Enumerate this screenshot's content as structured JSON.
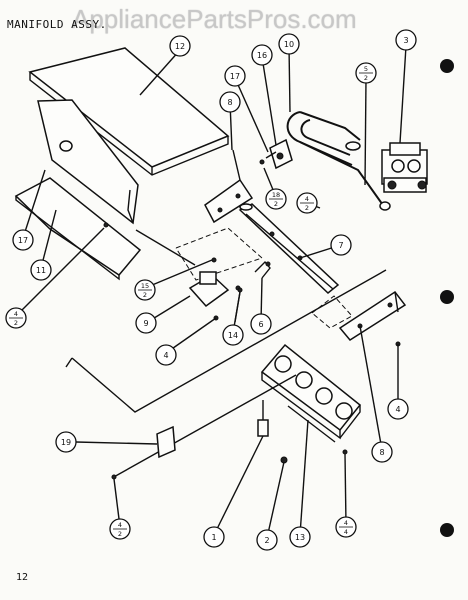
{
  "header": {
    "title": "MANIFOLD ASSY.",
    "watermark": "AppliancePartsPros.com"
  },
  "footer": {
    "page_number": "12"
  },
  "callouts": {
    "c12": "12",
    "c17a": "17",
    "c11": "11",
    "c4a": {
      "top": "4",
      "bottom": "2"
    },
    "c10": "10",
    "c16": "16",
    "c17b": "17",
    "c8a": "8",
    "c18": {
      "top": "18",
      "bottom": "2"
    },
    "c3": "3",
    "c5": {
      "top": "5",
      "bottom": "2"
    },
    "c4b": {
      "top": "4",
      "bottom": "2"
    },
    "c15": {
      "top": "15",
      "bottom": "2"
    },
    "c9": "9",
    "c7": "7",
    "c14": "14",
    "c6": "6",
    "c4c": "4",
    "c4d": "4",
    "c8b": "8",
    "c19": "19",
    "c4e": {
      "top": "4",
      "bottom": "2"
    },
    "c1": "1",
    "c2": "2",
    "c13": "13",
    "c4f": {
      "top": "4",
      "bottom": "4"
    }
  }
}
